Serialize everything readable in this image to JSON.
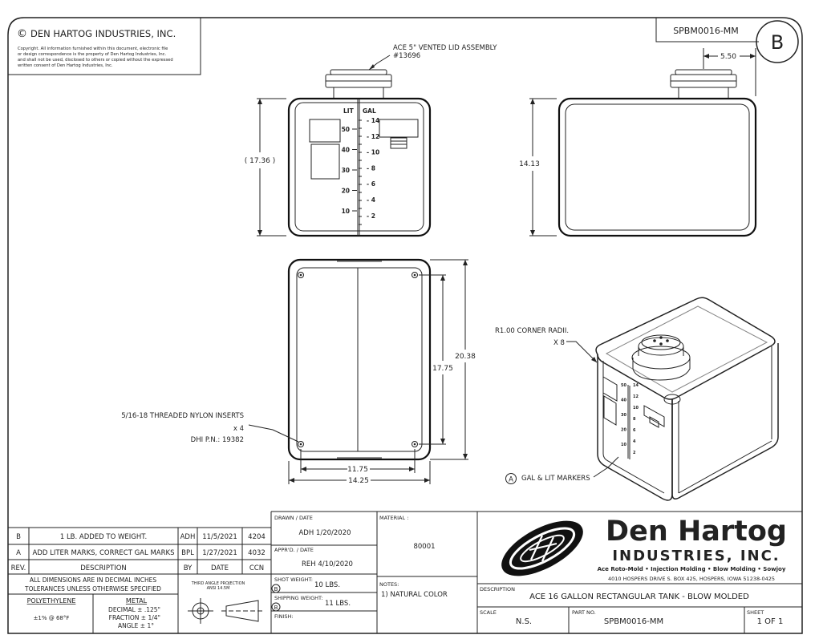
{
  "header": {
    "company_line": "DEN HARTOG INDUSTRIES, INC.",
    "copyright_symbol": "©",
    "copyright_lines": [
      "Copyright. All information furnished within this document, electronic file",
      "or design correspondence is the property of Den Hartog Industries, Inc.",
      "and shall not be used, disclosed to others or copied without the expressed",
      "written consent of Den Hartog Industries, Inc."
    ],
    "part_number_box": "SPBM0016-MM",
    "revision_letter": "B"
  },
  "annotations": {
    "lid_line1": "ACE 5\" VENTED LID ASSEMBLY",
    "lid_line2": "#13696",
    "dim_height_overall": "( 17.36 )",
    "dim_side_height": "14.13",
    "dim_cap_offset": "5.50",
    "dim_top_length_overall": "20.38",
    "dim_top_length_inner": "17.75",
    "dim_top_width_inner": "11.75",
    "dim_top_width_overall": "14.25",
    "inserts_line1": "5/16-18 THREADED NYLON INSERTS",
    "inserts_line2": "x 4",
    "inserts_line3": "DHI P.N.: 19382",
    "corner_line1": "R1.00 CORNER RADII.",
    "corner_line2": "X 8",
    "marker_callout": "A",
    "markers_label": "GAL & LIT MARKERS"
  },
  "scale_marks": {
    "lit_header": "LIT",
    "gal_header": "GAL",
    "lit": [
      "50",
      "40",
      "30",
      "20",
      "10"
    ],
    "gal": [
      "14",
      "12",
      "10",
      "8",
      "6",
      "4",
      "2"
    ]
  },
  "iso_marks": {
    "lit": [
      "50",
      "40",
      "30",
      "20",
      "10"
    ],
    "gal": [
      "14",
      "12",
      "10",
      "8",
      "6",
      "4",
      "2"
    ]
  },
  "revisions": {
    "rows": [
      {
        "rev": "B",
        "desc": "1 LB. ADDED TO WEIGHT.",
        "by": "ADH",
        "date": "11/5/2021",
        "ccn": "4204"
      },
      {
        "rev": "A",
        "desc": "ADD LITER MARKS, CORRECT GAL MARKS",
        "by": "BPL",
        "date": "1/27/2021",
        "ccn": "4032"
      }
    ],
    "headers": {
      "rev": "REV.",
      "desc": "DESCRIPTION",
      "by": "BY",
      "date": "DATE",
      "ccn": "CCN"
    }
  },
  "tolerances": {
    "line1": "ALL DIMENSIONS ARE IN DECIMAL INCHES",
    "line2": "TOLERANCES UNLESS OTHERWISE SPECIFIED",
    "material1": "POLYETHYLENE",
    "material1_tol": "±1% @ 68°F",
    "material2": "METAL",
    "decimal": "DECIMAL ± .125\"",
    "fraction": "FRACTION ± 1/4\"",
    "angle": "ANGLE ± 1°",
    "projection_line1": "THIRD ANGLE PROJECTION",
    "projection_line2": "ANSI 14.5M"
  },
  "title_block": {
    "drawn_label": "DRAWN / DATE",
    "drawn_value": "ADH  1/20/2020",
    "approved_label": "APPR'D. / DATE",
    "approved_value": "REH  4/10/2020",
    "material_label": "MATERIAL :",
    "material_value": "80001",
    "shot_weight_label": "SHOT WEIGHT:",
    "shot_weight_value": "10 LBS.",
    "shipping_weight_label": "SHIPPING WEIGHT:",
    "shipping_weight_value": "11 LBS.",
    "weight_callout": "B",
    "finish_label": "FINISH:",
    "notes_label": "NOTES:",
    "notes_value": "1) NATURAL COLOR",
    "description_label": "DESCRIPTION",
    "description_value": "ACE 16 GALLON RECTANGULAR TANK - BLOW MOLDED",
    "scale_label": "SCALE",
    "scale_value": "N.S.",
    "part_no_label": "PART NO.",
    "part_no_value": "SPBM0016-MM",
    "sheet_label": "SHEET",
    "sheet_value": "1 OF 1"
  },
  "logo": {
    "name_line1": "Den Hartog",
    "name_line2": "INDUSTRIES, INC.",
    "tagline": "Ace Roto-Mold • Injection Molding • Blow Molding • Sowjoy",
    "address": "4010 HOSPERS DRIVE S.  BOX 425, HOSPERS, IOWA 51238-0425"
  }
}
